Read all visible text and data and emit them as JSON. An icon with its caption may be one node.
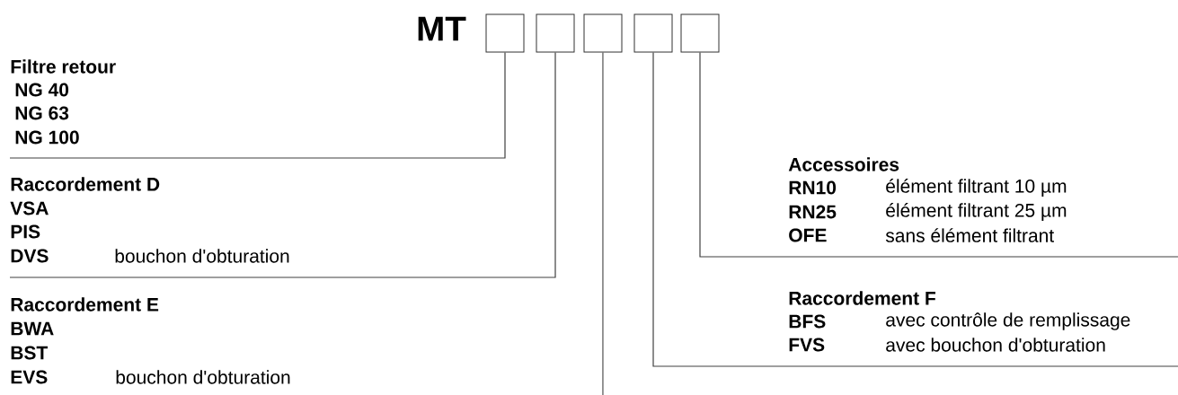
{
  "diagram": {
    "nodes": [
      {
        "text": [],
        "shape": "box"
      },
      {
        "text": [],
        "shape": "box"
      },
      {
        "text": [],
        "shape": "box"
      },
      {
        "text": [],
        "shape": "box"
      },
      {
        "text": [],
        "shape": "box"
      },
      {
        "text": [
          "Filtre retour",
          "NG 40",
          "NG 63",
          "NG 100"
        ]
      },
      {
        "text": [
          "Raccordement D",
          "VSA",
          "PIS",
          "DVS",
          "bouchon d'obturation"
        ]
      },
      {
        "text": [
          "Raccordement E",
          "BWA",
          "BST",
          "EVS",
          "bouchon d'obturation"
        ]
      },
      {
        "text": [
          "Raccordement F",
          "BFS",
          "avec contrôle de remplissage",
          "FVS",
          "avec bouchon d'obturation"
        ]
      },
      {
        "text": [
          "Accessoires",
          "RN10",
          "élément filtrant 10 µm",
          "RN25",
          "élément filtrant 25 µm",
          "OFE",
          "sans élément filtrant"
        ]
      }
    ],
    "edges": [
      {
        "from": 5,
        "to": 0,
        "arrow": "none"
      },
      {
        "from": 6,
        "to": 1,
        "arrow": "none"
      },
      {
        "from": 2,
        "to": null,
        "arrow": "none"
      },
      {
        "from": 8,
        "to": 3,
        "arrow": "none"
      },
      {
        "from": 9,
        "to": 4,
        "arrow": "none"
      }
    ],
    "labels": [
      "MT"
    ]
  }
}
